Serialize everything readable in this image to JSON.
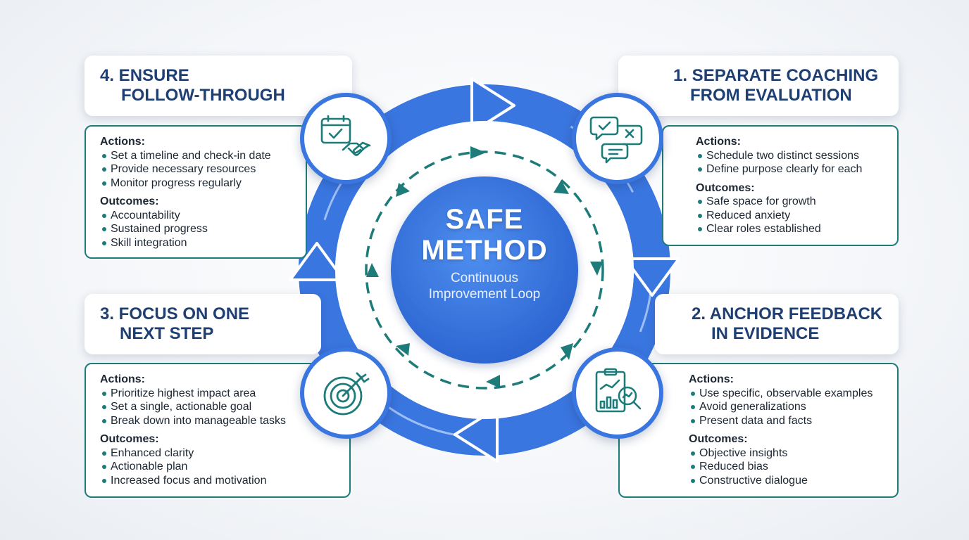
{
  "center": {
    "title_line1": "SAFE",
    "title_line2": "METHOD",
    "subtitle": "Continuous Improvement Loop"
  },
  "steps": [
    {
      "title_line1": "1. SEPARATE COACHING",
      "title_line2": "FROM EVALUATION",
      "icon": "chat-bubbles-icon",
      "actions_label": "Actions:",
      "actions": [
        "Schedule two distinct sessions",
        "Define purpose clearly for each"
      ],
      "outcomes_label": "Outcomes:",
      "outcomes": [
        "Safe space for growth",
        "Reduced anxiety",
        "Clear roles established"
      ]
    },
    {
      "title_line1": "2. ANCHOR FEEDBACK",
      "title_line2": "IN EVIDENCE",
      "icon": "report-magnifier-icon",
      "actions_label": "Actions:",
      "actions": [
        "Use specific, observable examples",
        "Avoid generalizations",
        "Present data and facts"
      ],
      "outcomes_label": "Outcomes:",
      "outcomes": [
        "Objective insights",
        "Reduced bias",
        "Constructive dialogue"
      ]
    },
    {
      "title_line1": "3. FOCUS ON ONE",
      "title_line2": "NEXT STEP",
      "icon": "target-icon",
      "actions_label": "Actions:",
      "actions": [
        "Prioritize highest impact area",
        "Set a single, actionable goal",
        "Break down into manageable tasks"
      ],
      "outcomes_label": "Outcomes:",
      "outcomes": [
        "Enhanced clarity",
        "Actionable plan",
        "Increased focus and motivation"
      ]
    },
    {
      "title_line1": "4. ENSURE",
      "title_line2": "FOLLOW-THROUGH",
      "icon": "calendar-handshake-icon",
      "actions_label": "Actions:",
      "actions": [
        "Set a timeline and check-in date",
        "Provide necessary resources",
        "Monitor progress regularly"
      ],
      "outcomes_label": "Outcomes:",
      "outcomes": [
        "Accountability",
        "Sustained progress",
        "Skill integration"
      ]
    }
  ],
  "colors": {
    "ring_blue": "#3a76e0",
    "ring_light": "#a9c8f6",
    "teal": "#1d7c7a",
    "title_navy": "#1f3f73",
    "center_blue": "#3370dc"
  }
}
